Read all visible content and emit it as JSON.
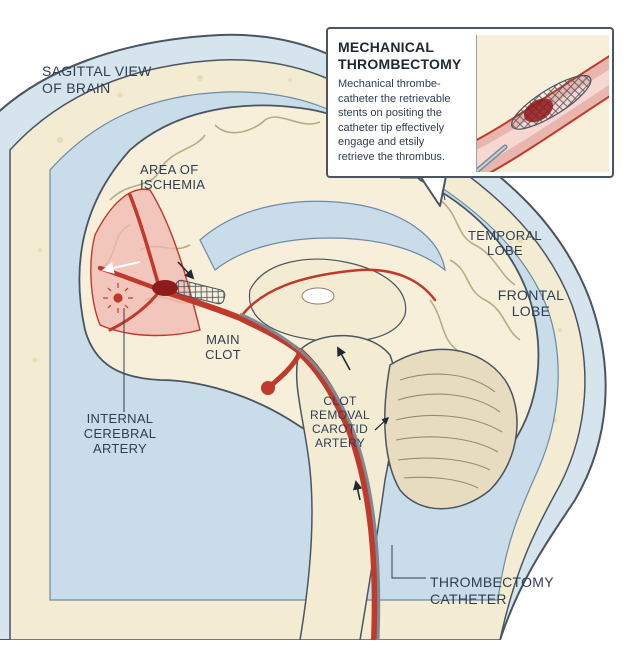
{
  "labels": {
    "sagittal_view": [
      "SAGITTAL VIEW",
      "OF BRAIN"
    ],
    "area_of_ischemia": [
      "AREA OF",
      "ISCHEMIA"
    ],
    "main_clot": [
      "MAIN",
      "CLOT"
    ],
    "internal_cerebral_artery": [
      "INTERNAL",
      "CEREBRAL",
      "ARTERY"
    ],
    "clot_removal_carotid_artery": [
      "CLOT",
      "REMOVAL",
      "CAROTID",
      "ARTERY"
    ],
    "temporal_lobe": [
      "TEMPORAL",
      "LOBE"
    ],
    "frontal_lobe": [
      "FRONTAL",
      "LOBE"
    ],
    "thrombectomy_catheter": [
      "THROMBECTOMY",
      "CATHETER"
    ]
  },
  "callout": {
    "title": [
      "MECHANICAL",
      "THROMBECTOMY"
    ],
    "body": [
      "Mechanical thrombe-",
      "catheter the retrievable",
      "stents on positing the",
      "catheter tip effectively",
      "engage and etsily",
      "retrieve the thrombus."
    ]
  },
  "colors": {
    "skin": "#d6e4ee",
    "bone": "#f3ecd2",
    "csf": "#c8dcea",
    "brain": "#f7efd9",
    "artery": "#c0392b",
    "clot": "#8e1b1b",
    "outline": "#4a5560"
  },
  "icons": {
    "arrow": "arrow-icon",
    "stent": "stent-retriever-icon",
    "clot": "clot-icon"
  }
}
